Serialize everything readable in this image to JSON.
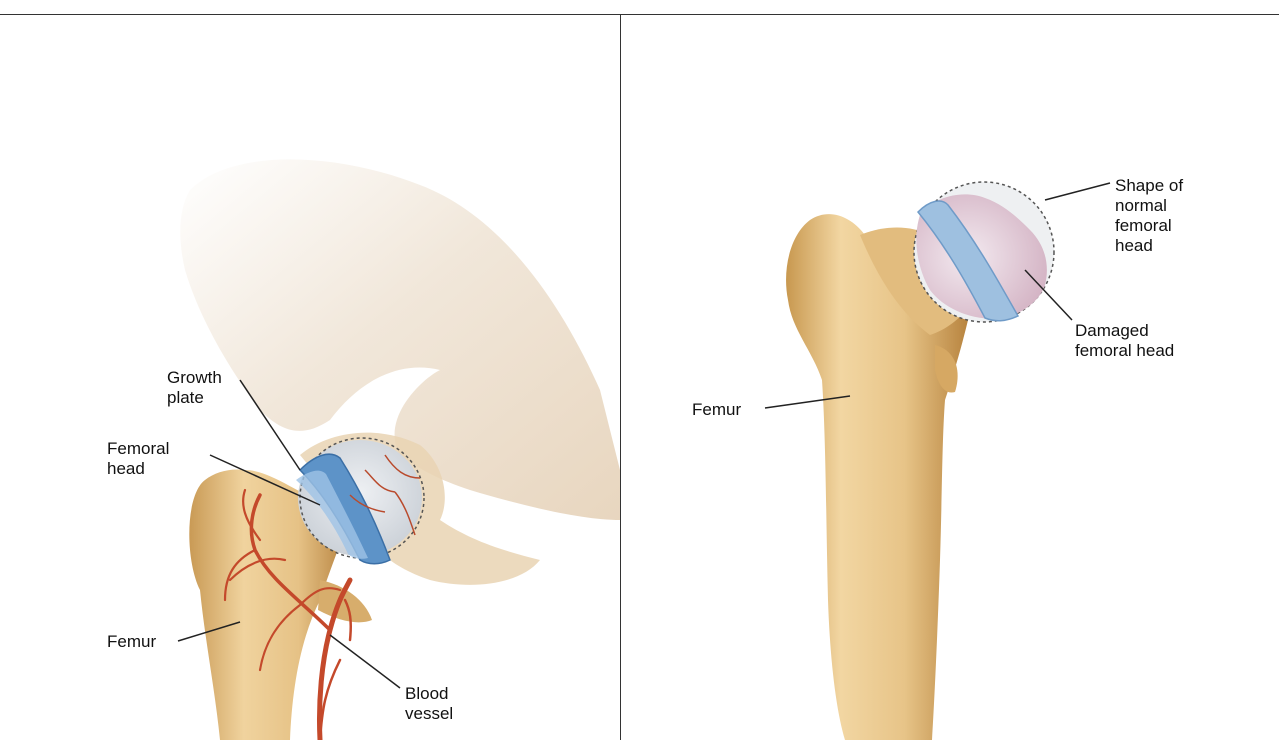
{
  "colors": {
    "bone": "#e9c68e",
    "bone_shadow": "#c99a55",
    "pelvis": "#efe6da",
    "cartilage": "#8fb6d8",
    "growth_plate": "#4f88c0",
    "vessel": "#c8502e",
    "damaged": "#d9b9c8",
    "line": "#222222"
  },
  "left_panel": {
    "labels": {
      "growth_plate": "Growth\nplate",
      "femoral_head": "Femoral\nhead",
      "femur": "Femur",
      "blood_vessel": "Blood\nvessel"
    }
  },
  "right_panel": {
    "labels": {
      "shape_normal": "Shape of\nnormal\nfemoral\nhead",
      "damaged": "Damaged\nfemoral head",
      "femur": "Femur"
    }
  }
}
